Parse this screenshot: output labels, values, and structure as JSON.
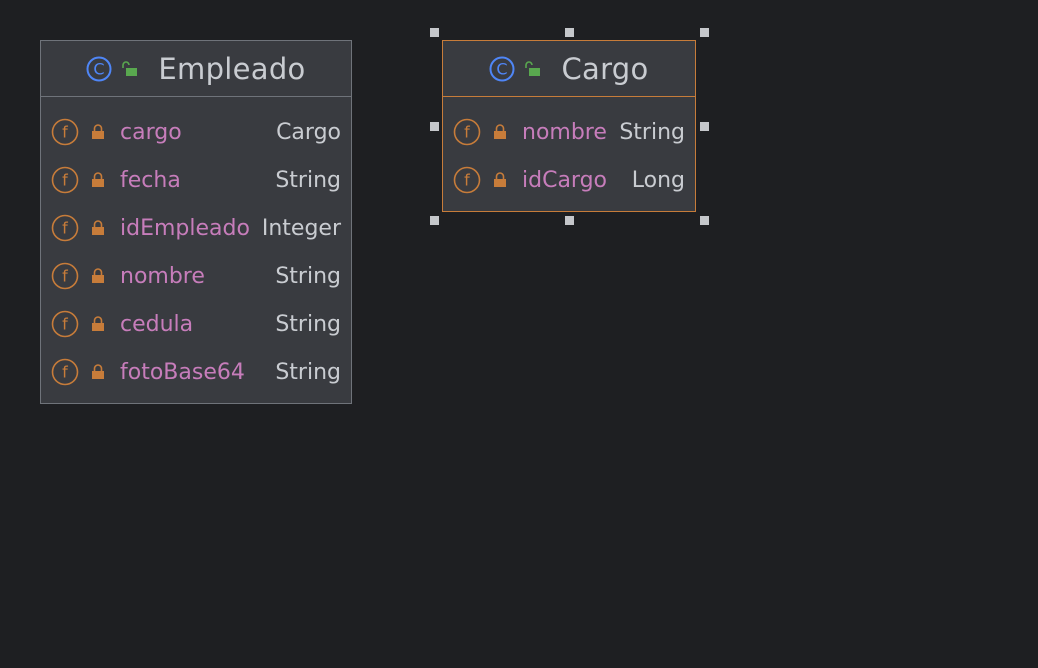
{
  "diagram": {
    "classes": [
      {
        "name": "Empleado",
        "fields": [
          {
            "name": "cargo",
            "type": "Cargo"
          },
          {
            "name": "fecha",
            "type": "String"
          },
          {
            "name": "idEmpleado",
            "type": "Integer"
          },
          {
            "name": "nombre",
            "type": "String"
          },
          {
            "name": "cedula",
            "type": "String"
          },
          {
            "name": "fotoBase64",
            "type": "String"
          }
        ]
      },
      {
        "name": "Cargo",
        "selected": true,
        "fields": [
          {
            "name": "nombre",
            "type": "String"
          },
          {
            "name": "idCargo",
            "type": "Long"
          }
        ]
      }
    ],
    "icons": {
      "class": "class-icon",
      "visibility": "unlock-icon",
      "field": "field-icon",
      "field_visibility": "lock-icon"
    },
    "colors": {
      "background": "#1e1f22",
      "box": "#393b40",
      "field_name": "#c77dbb",
      "field_icon": "#c77c3a",
      "class_icon": "#4f86f7",
      "unlock": "#59a84f",
      "selected_border": "#c77c3a"
    }
  }
}
